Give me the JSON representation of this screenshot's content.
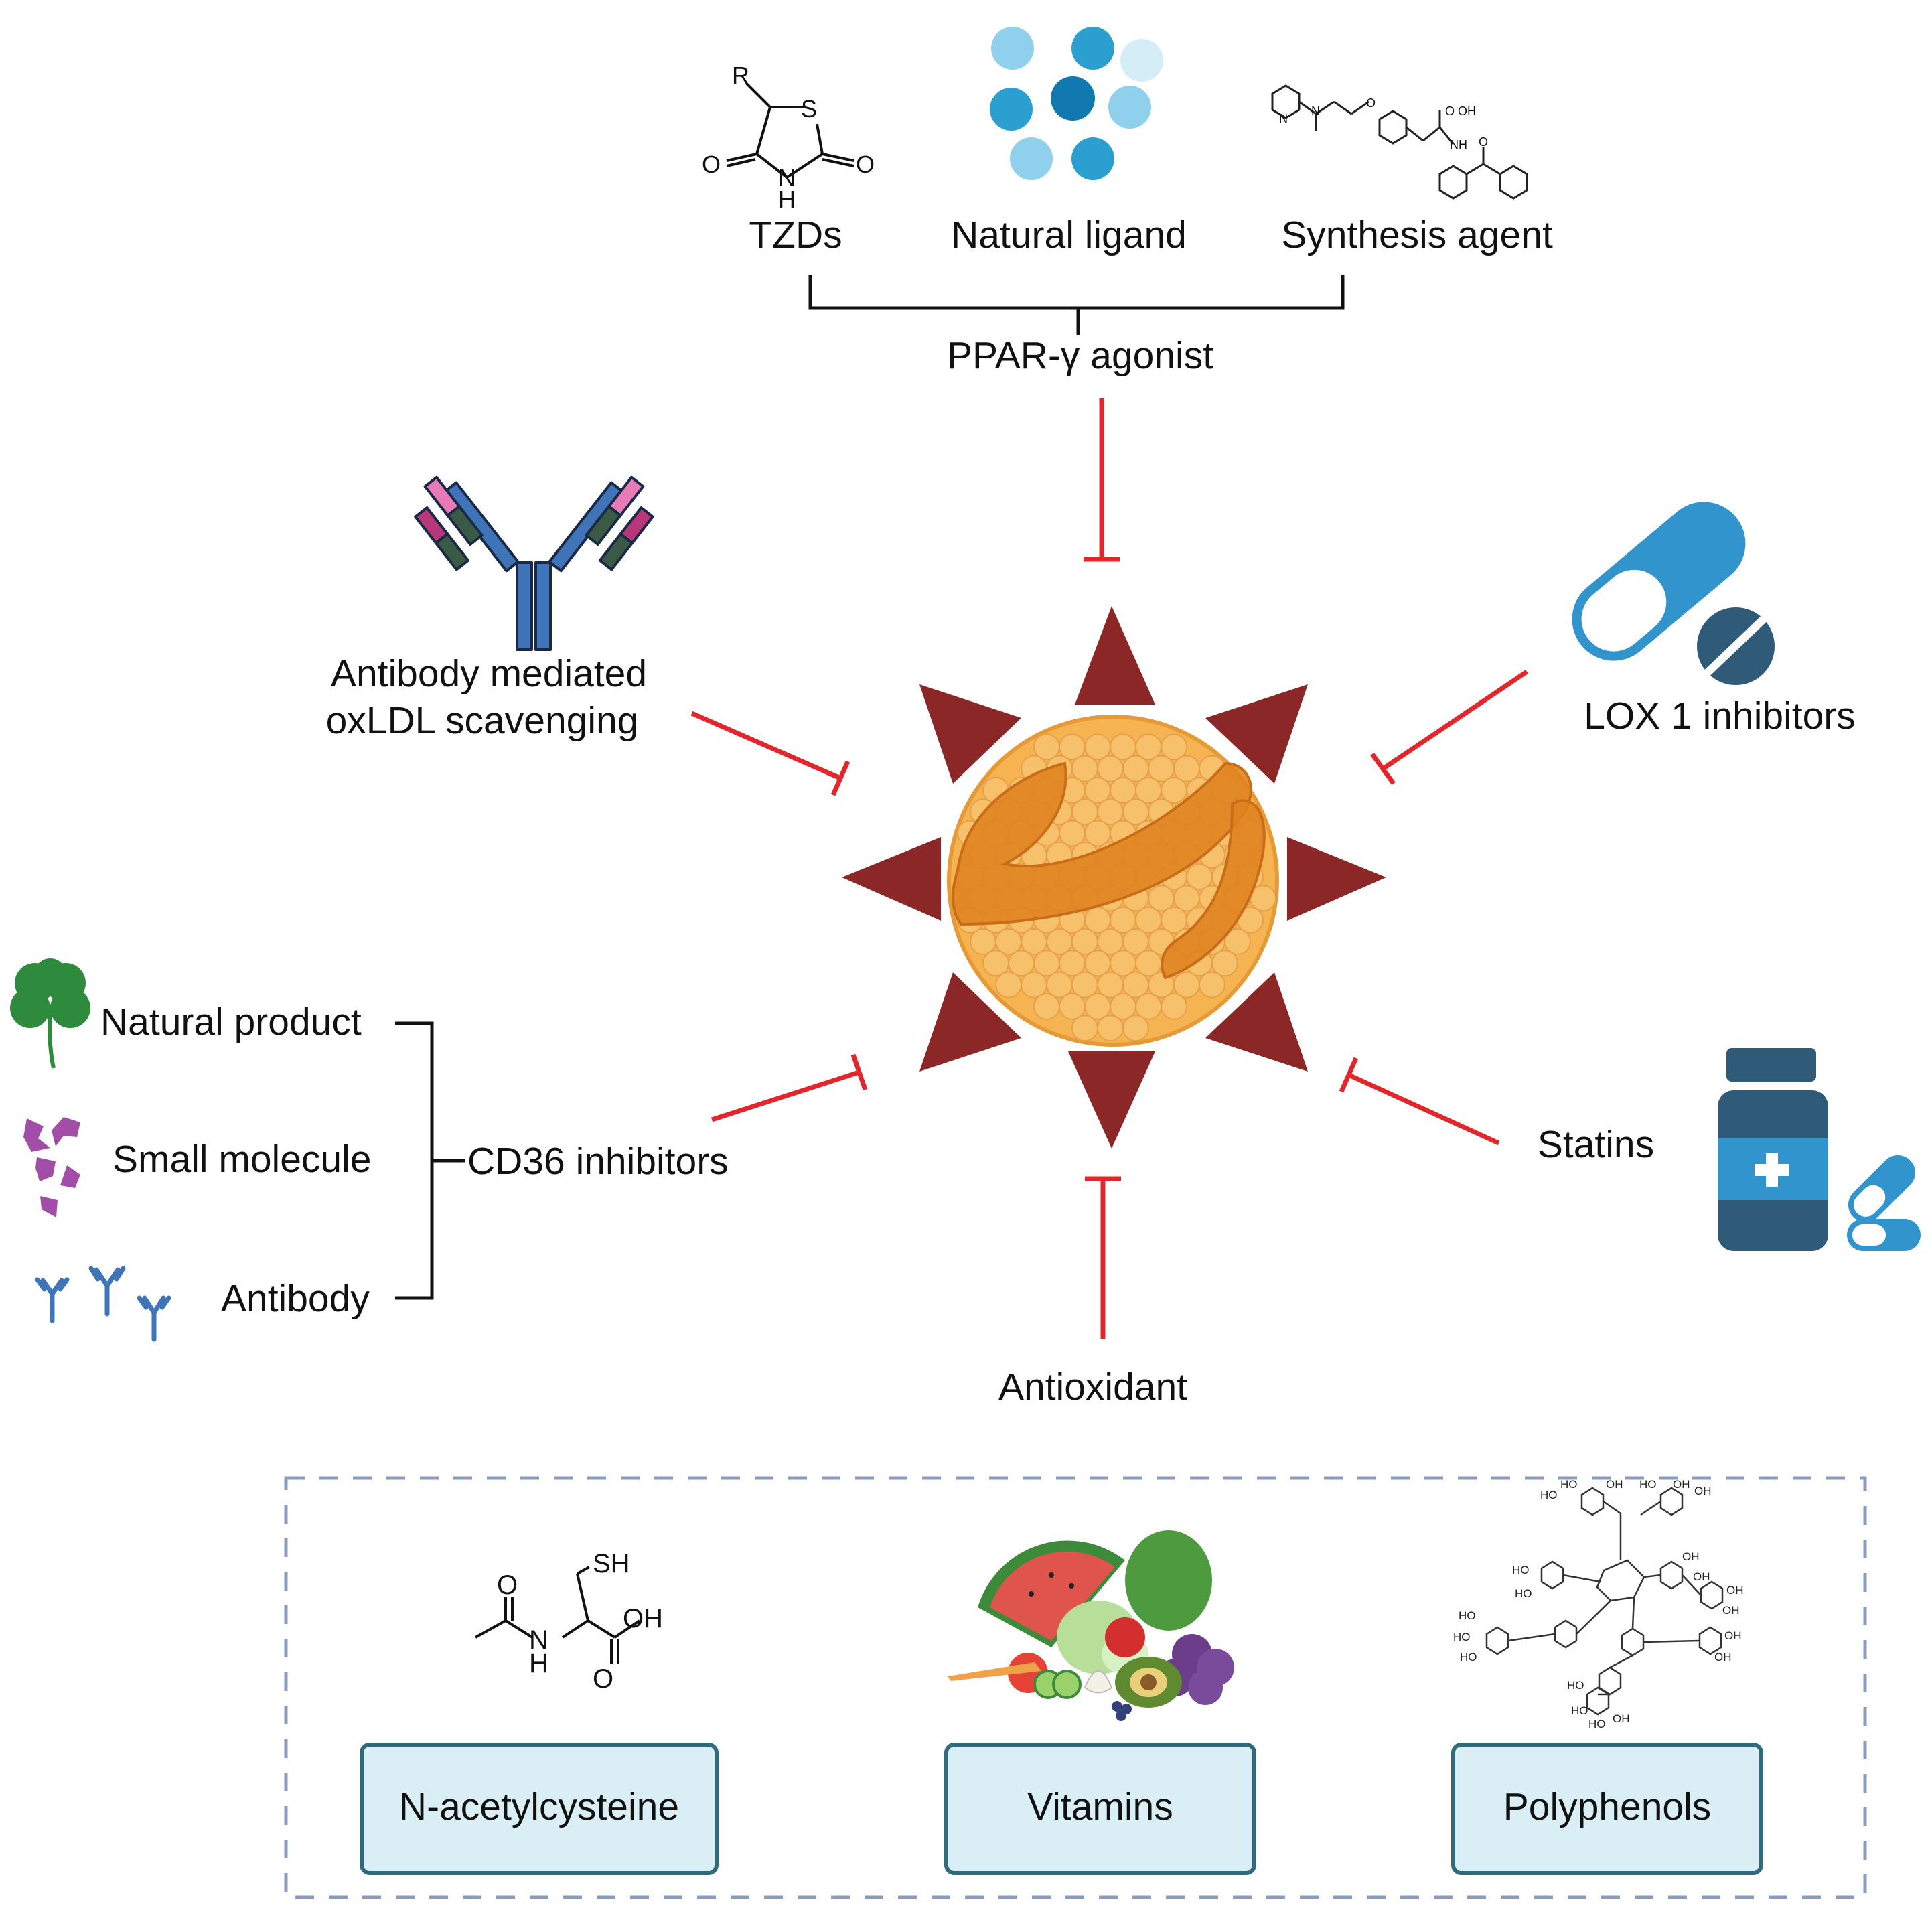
{
  "labels": {
    "tzds": "TZDs",
    "natural_ligand": "Natural ligand",
    "synthesis_agent": "Synthesis agent",
    "ppar_agonist": "PPAR-γ agonist",
    "antibody_mediated_line1": "Antibody mediated",
    "antibody_mediated_line2": "oxLDL scavenging",
    "lox1_inhibitors": "LOX 1 inhibitors",
    "natural_product": "Natural product",
    "small_molecule": "Small molecule",
    "antibody": "Antibody",
    "cd36_inhibitors": "CD36 inhibitors",
    "statins": "Statins",
    "antioxidant": "Antioxidant"
  },
  "antioxidant_examples": [
    {
      "label": "N-acetylcysteine"
    },
    {
      "label": "Vitamins"
    },
    {
      "label": "Polyphenols"
    }
  ],
  "chem_text": {
    "tzd_r": "R",
    "tzd_s": "S",
    "tzd_o_left": "O",
    "tzd_o_right": "O",
    "tzd_n": "N",
    "tzd_h": "H",
    "nac_sh": "SH",
    "nac_oh": "OH",
    "nac_o_top": "O",
    "nac_o_bottom": "O",
    "nac_n": "N",
    "nac_h": "H"
  },
  "colors": {
    "inhibition_red": "#e3262b",
    "spike_dark_red": "#8b2727",
    "particle_orange": "#f5b352",
    "band_orange": "#e0821f",
    "antibody_blue": "#3f74b9",
    "capsule_blue": "#3294cc",
    "dark_teal": "#2f5b78",
    "box_fill": "#d9eef5",
    "box_stroke": "#2f6b7c",
    "dashed_border": "#8a9bbd",
    "clover_green": "#2e8b3e",
    "molecule_purple": "#a24ea8"
  },
  "icons": [
    "tzd-structure-icon",
    "natural-ligand-spheres-icon",
    "synthesis-agent-structure-icon",
    "antibody-icon",
    "capsule-pill-icon",
    "clover-icon",
    "small-molecule-icon",
    "antibody-group-icon",
    "medicine-bottle-icon",
    "oxldl-particle-icon",
    "acetylcysteine-structure-icon",
    "fruits-vegetables-icon",
    "polyphenol-structure-icon"
  ]
}
